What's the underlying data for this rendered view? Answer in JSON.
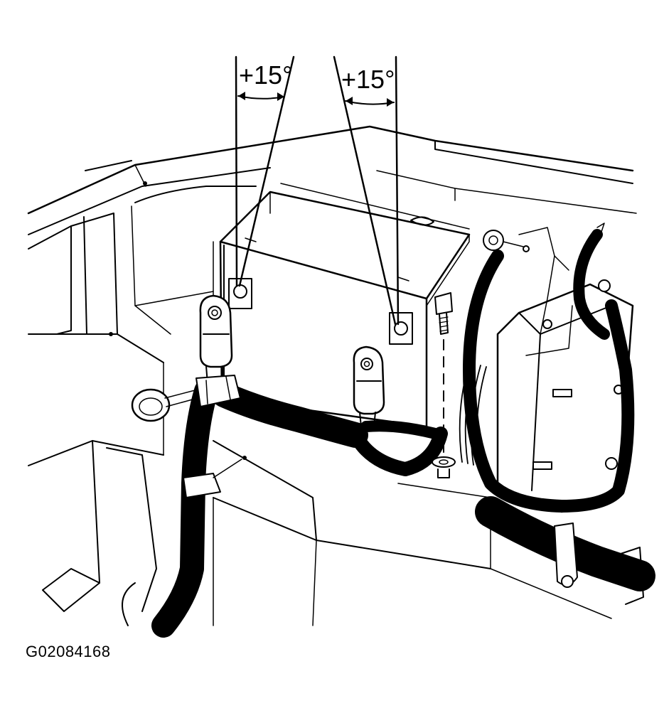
{
  "diagram": {
    "callouts": {
      "left_angle": "+15°",
      "right_angle": "+15°"
    },
    "figure_id": "G02084168"
  }
}
